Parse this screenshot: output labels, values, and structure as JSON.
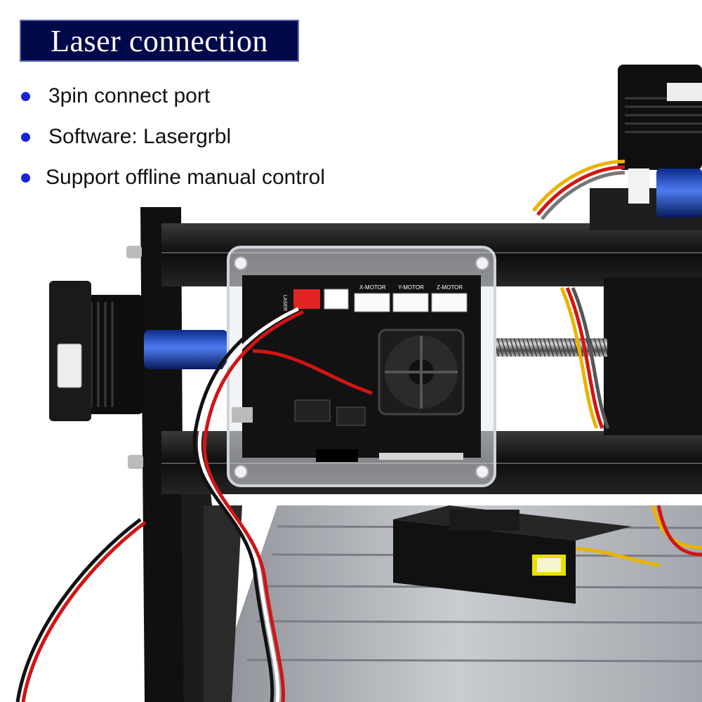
{
  "header": {
    "title": "Laser connection"
  },
  "features": [
    {
      "icon": "bullet-dot-icon",
      "text": "3pin connect port"
    },
    {
      "icon": "bullet-dot-icon",
      "text": "Software: Lasergrbl"
    },
    {
      "icon": "bullet-dot-icon",
      "text": "Support offline manual control"
    }
  ],
  "board": {
    "motor_labels": [
      "X-MOTOR",
      "Y-MOTOR",
      "Z-MOTOR"
    ],
    "port_label": "LASER"
  },
  "colors": {
    "title_bg": "#000a4a",
    "bullet": "#1a22d8",
    "frame": "#111111",
    "wire_red": "#d21414",
    "wire_yellow": "#e8b400"
  }
}
